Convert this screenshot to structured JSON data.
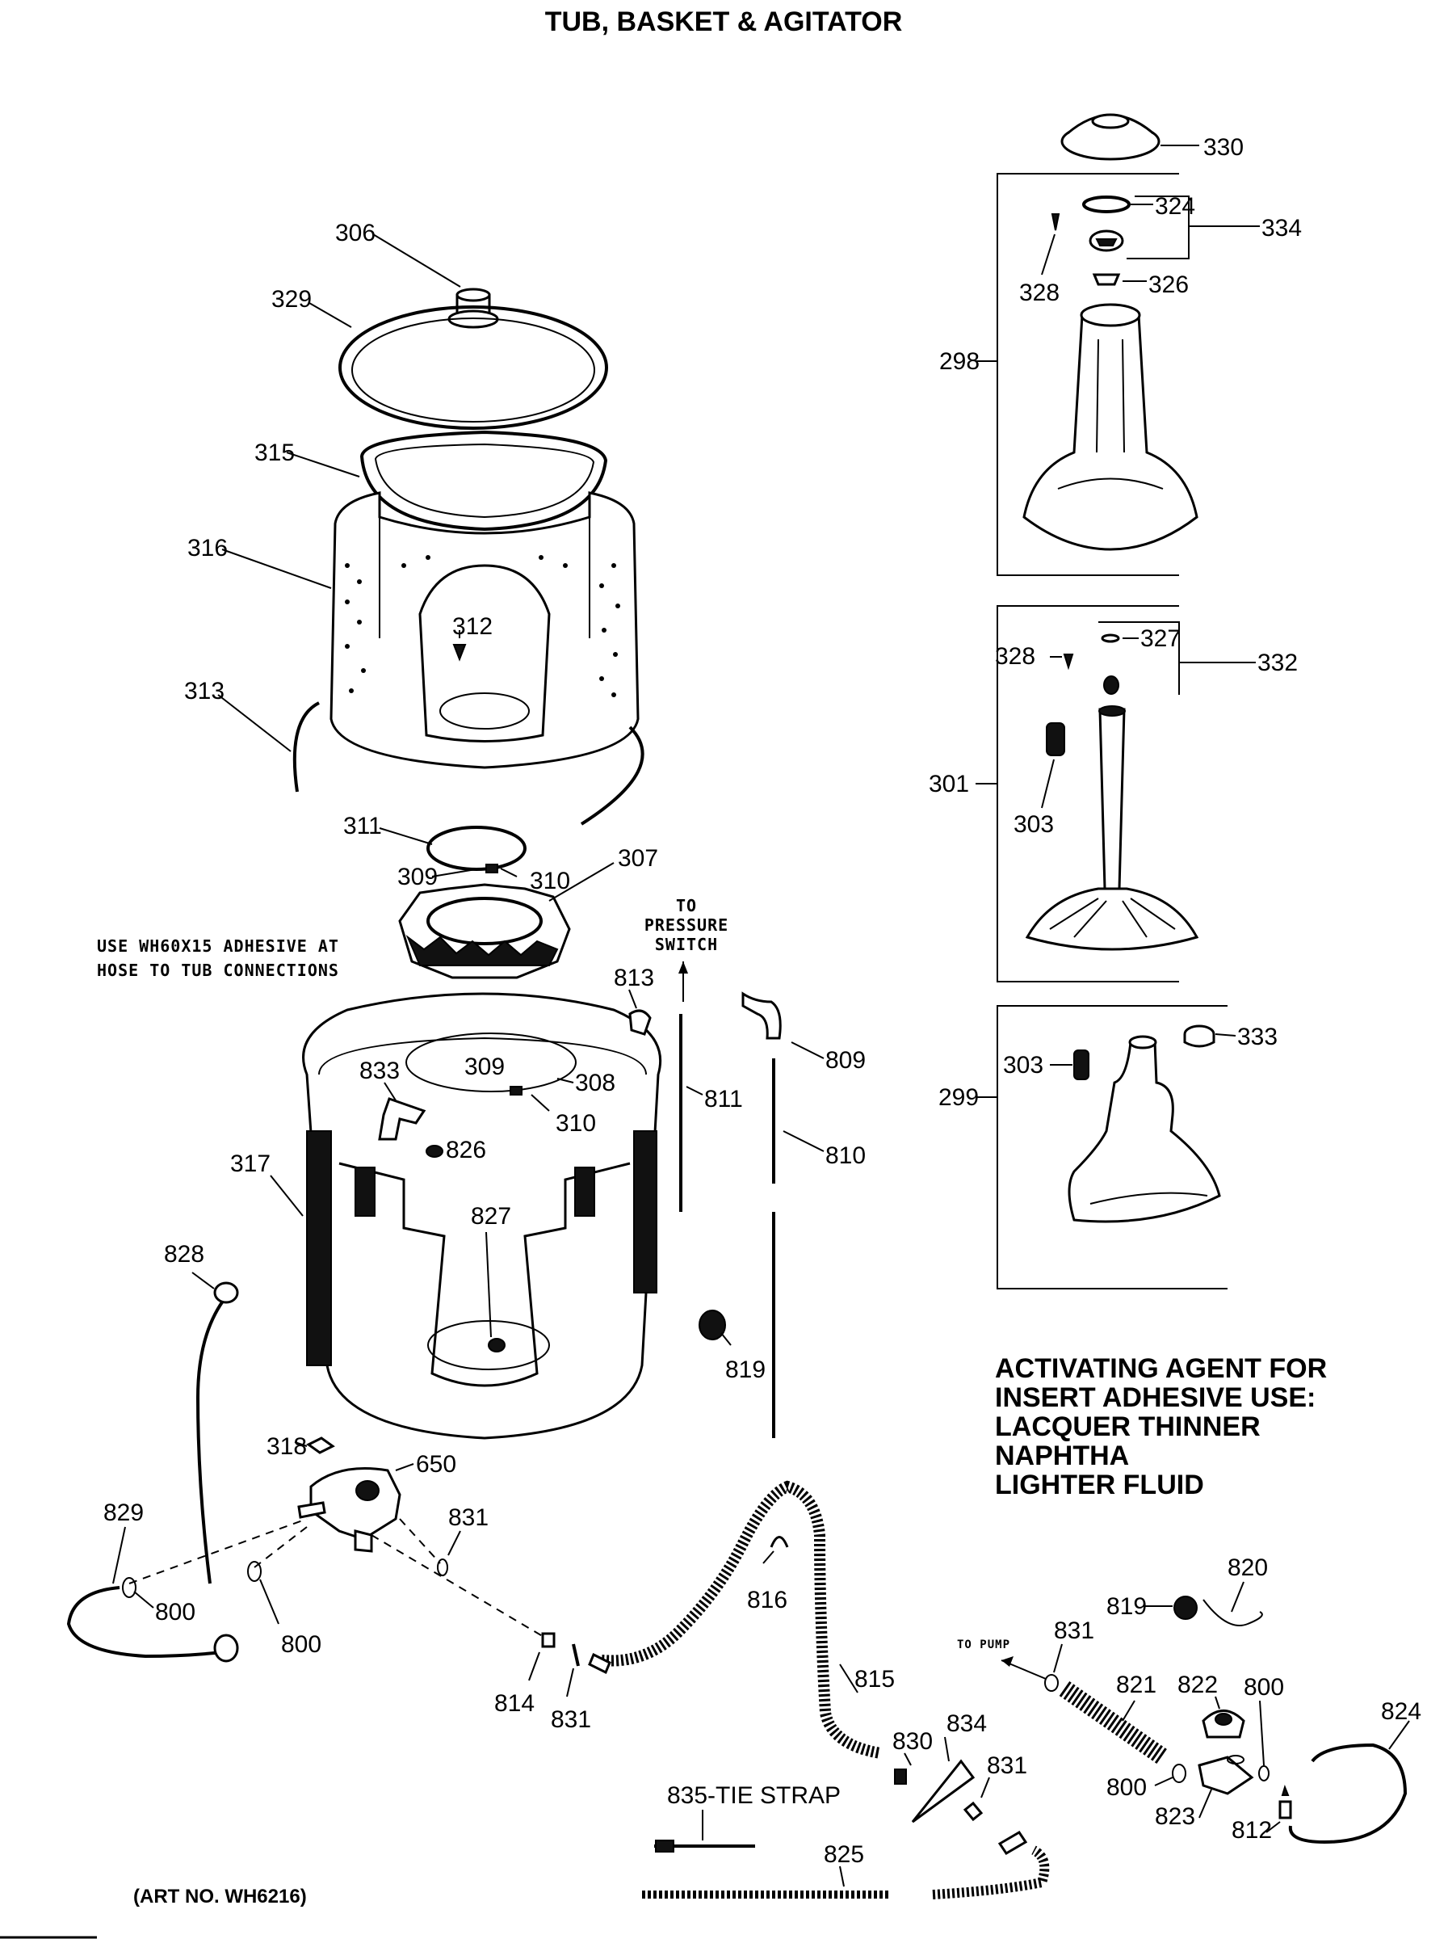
{
  "title": "TUB, BASKET & AGITATOR",
  "art_no": "(ART NO. WH6216)",
  "adhesive_note": [
    "USE WH60X15 ADHESIVE AT",
    "HOSE TO TUB CONNECTIONS"
  ],
  "pressure_note": [
    "TO",
    "PRESSURE",
    "SWITCH"
  ],
  "pump_note": "TO PUMP",
  "tie_strap": "835-TIE STRAP",
  "activating_note": [
    "ACTIVATING AGENT FOR",
    "INSERT ADHESIVE USE:",
    "LACQUER THINNER",
    "NAPHTHA",
    "LIGHTER FLUID"
  ],
  "callouts": {
    "c330": "330",
    "c324": "324",
    "c334": "334",
    "c328a": "328",
    "c326": "326",
    "c298": "298",
    "c328b": "328",
    "c327": "327",
    "c332": "332",
    "c301": "301",
    "c303a": "303",
    "c303b": "303",
    "c333": "333",
    "c299": "299",
    "c306": "306",
    "c329": "329",
    "c315": "315",
    "c316": "316",
    "c312": "312",
    "c313": "313",
    "c311": "311",
    "c309a": "309",
    "c310a": "310",
    "c307": "307",
    "c813": "813",
    "c809": "809",
    "c811": "811",
    "c810": "810",
    "c833": "833",
    "c309b": "309",
    "c308": "308",
    "c310b": "310",
    "c826": "826",
    "c317": "317",
    "c827": "827",
    "c828": "828",
    "c819a": "819",
    "c318": "318",
    "c650": "650",
    "c829": "829",
    "c831a": "831",
    "c800a": "800",
    "c800b": "800",
    "c816": "816",
    "c814": "814",
    "c831b": "831",
    "c815": "815",
    "c830": "830",
    "c834": "834",
    "c831c": "831",
    "c825": "825",
    "c820": "820",
    "c819b": "819",
    "c831d": "831",
    "c821": "821",
    "c822": "822",
    "c800c": "800",
    "c824": "824",
    "c800d": "800",
    "c823": "823",
    "c812": "812"
  }
}
